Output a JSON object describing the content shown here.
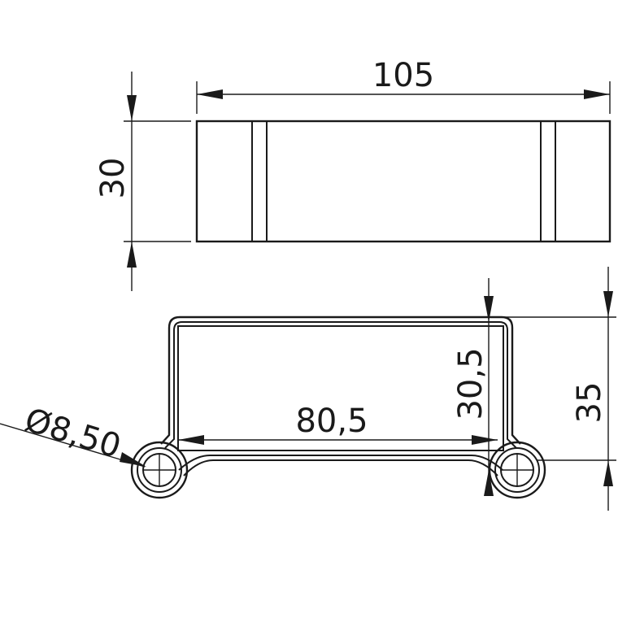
{
  "drawing": {
    "dims": {
      "overall_length": "105",
      "height_top_view": "30",
      "hole_diameter": "Ø8,50",
      "inner_length": "80,5",
      "inner_height": "30,5",
      "total_height": "35"
    }
  }
}
